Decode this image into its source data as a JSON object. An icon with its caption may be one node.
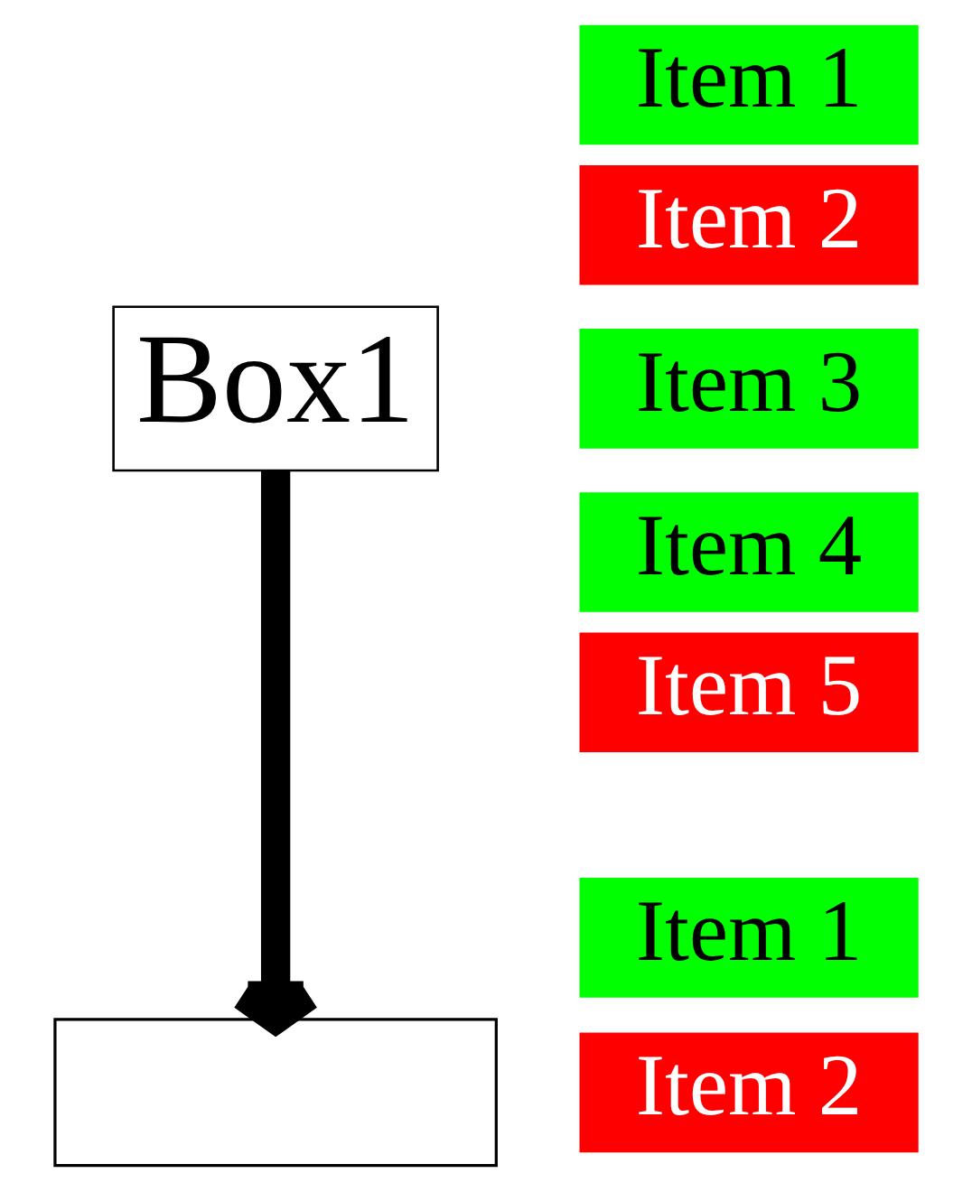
{
  "diagram": {
    "nodes": [
      {
        "text": [
          "Box1"
        ]
      },
      {
        "text": [
          "Item 1"
        ]
      },
      {
        "text": [
          "Item 2"
        ]
      },
      {
        "text": [
          "Item 3"
        ]
      },
      {
        "text": [
          "Item 4"
        ]
      },
      {
        "text": [
          "Item 5"
        ]
      },
      {
        "text": [],
        "shape": "box"
      },
      {
        "text": [
          "Item 1"
        ]
      },
      {
        "text": [
          "Item 2"
        ]
      }
    ],
    "edges": [
      {
        "from": 0,
        "to": 6,
        "arrow": "to"
      }
    ]
  }
}
